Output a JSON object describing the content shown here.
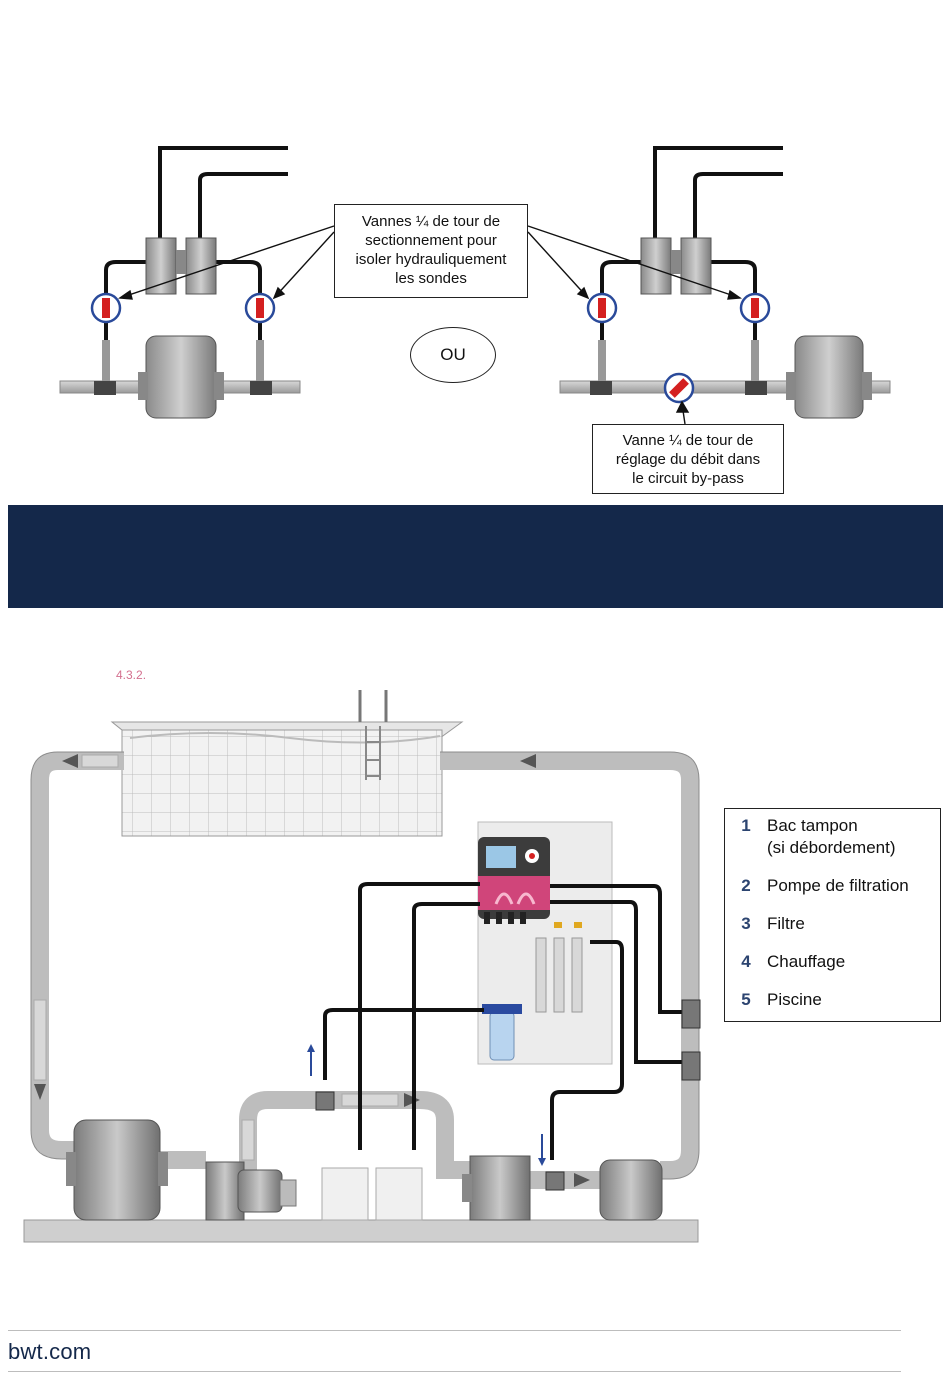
{
  "top": {
    "callout_left": [
      "Vannes ¼ de tour de",
      "sectionnement pour",
      "isoler hydrauliquement",
      "les sondes"
    ],
    "or_label": "OU",
    "callout_bottom": [
      "Vanne ¼ de tour de",
      "réglage du débit dans",
      "le circuit by-pass"
    ]
  },
  "section": {
    "number": "4.3.2."
  },
  "legend": {
    "items": [
      {
        "n": "1",
        "lines": [
          "Bac tampon",
          "(si débordement)"
        ]
      },
      {
        "n": "2",
        "lines": [
          "Pompe de filtration"
        ]
      },
      {
        "n": "3",
        "lines": [
          "Filtre"
        ]
      },
      {
        "n": "4",
        "lines": [
          "Chauffage"
        ]
      },
      {
        "n": "5",
        "lines": [
          "Piscine"
        ]
      }
    ]
  },
  "footer": {
    "brand": "bwt.com"
  },
  "colors": {
    "navy": "#14284a",
    "valve_red": "#d42020",
    "valve_ring": "#2a4a9a",
    "pink": "#d0457a"
  }
}
